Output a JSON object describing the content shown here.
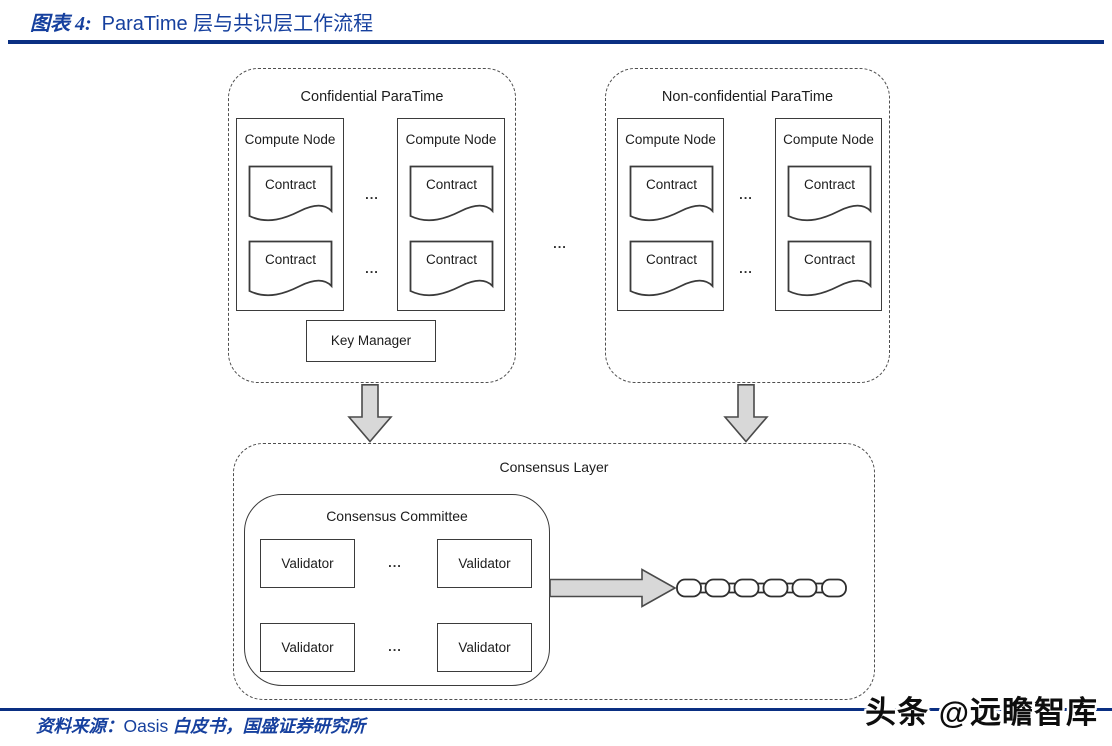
{
  "header": {
    "figure_label": "图表 4:",
    "figure_title": "ParaTime 层与共识层工作流程"
  },
  "diagram": {
    "labels": {
      "confidential": "Confidential ParaTime",
      "nonconfidential": "Non-confidential ParaTime",
      "compute_node": "Compute Node",
      "contract": "Contract",
      "key_manager": "Key Manager",
      "consensus_layer": "Consensus Layer",
      "consensus_committee": "Consensus Committee",
      "validator": "Validator",
      "ellipsis": "..."
    },
    "colors": {
      "accent_blue": "#0A2F82",
      "title_blue": "#16409E",
      "arrow_fill": "#D8D8D8",
      "line_dark": "#3b3b3b"
    }
  },
  "footer": {
    "source_prefix": "资料来源：",
    "source_latin": "Oasis",
    "source_suffix": "白皮书，国盛证券研究所",
    "watermark": "头条 @远瞻智库"
  }
}
